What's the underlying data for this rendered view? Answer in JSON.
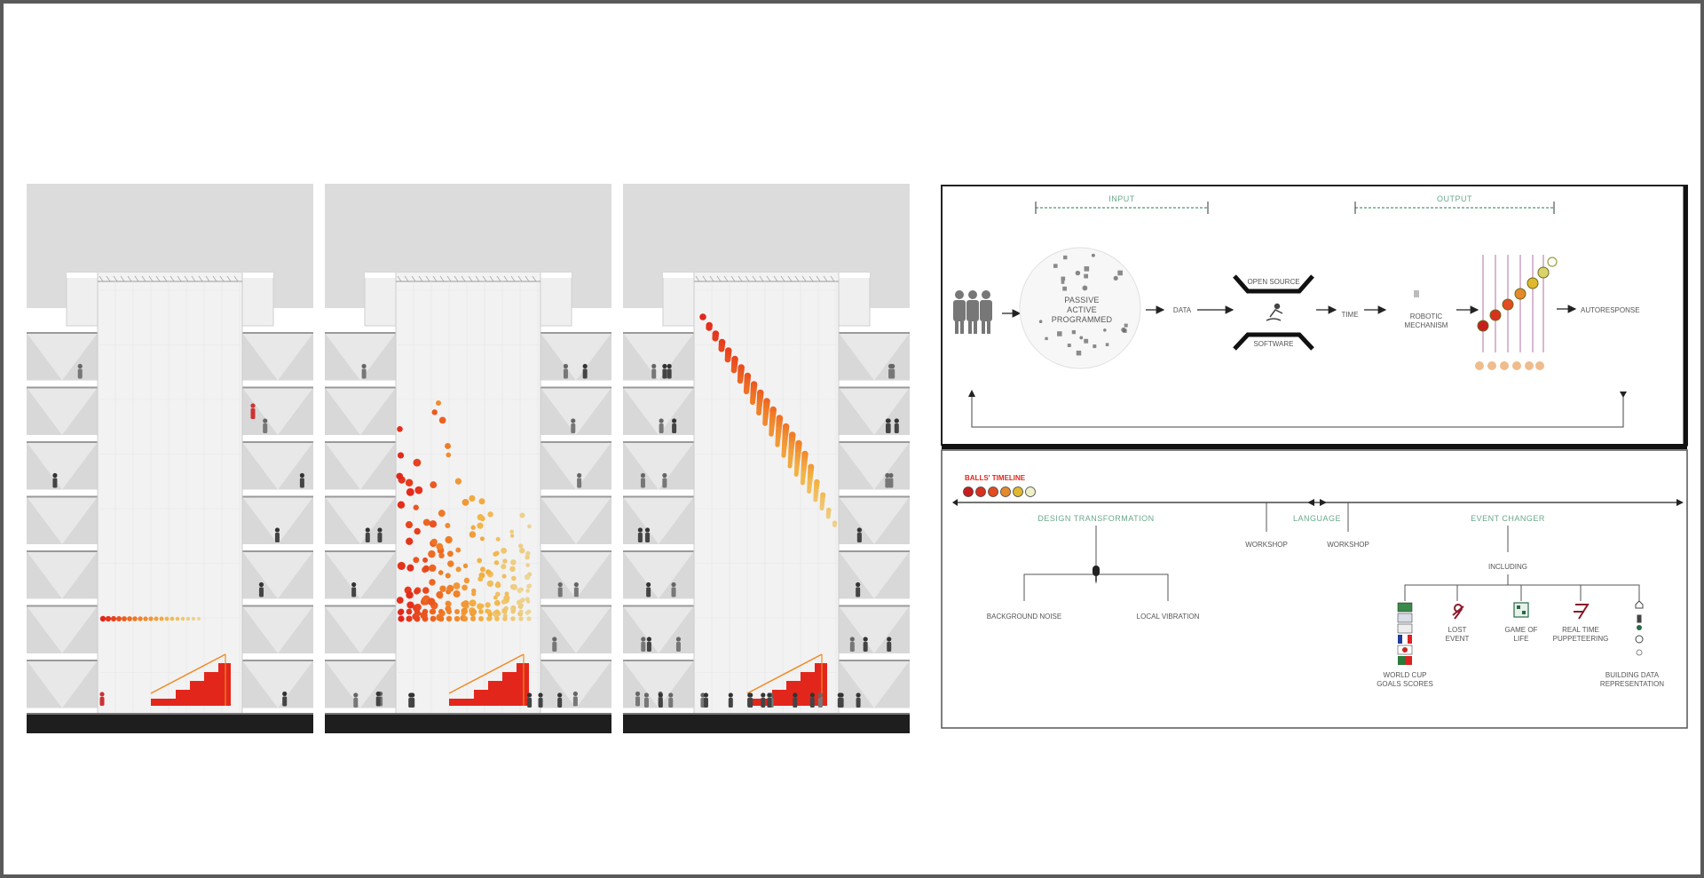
{
  "colors": {
    "frame_border": "#5a5a5a",
    "sky": "#dcdcdc",
    "building_fill": "#f2f2f2",
    "slab": "#ffffff",
    "ground": "#1e1e1e",
    "accent_red": "#e3261b",
    "accent_orange": "#f08a24",
    "accent_yellow": "#f2c04a",
    "diagram_green": "#6aa88a",
    "diagram_line": "#222222"
  },
  "panels": [
    {
      "id": "panel-1",
      "state": "dots-in-row"
    },
    {
      "id": "panel-2",
      "state": "dots-scattered"
    },
    {
      "id": "panel-3",
      "state": "dots-diagonal"
    }
  ],
  "diagram": {
    "top": {
      "input_label": "INPUT",
      "output_label": "OUTPUT",
      "center_circle_text": [
        "PASSIVE",
        "ACTIVE",
        "PROGRAMMED"
      ],
      "data_label": "DATA",
      "open_source_label": "OPEN SOURCE",
      "software_label": "SOFTWARE",
      "time_label": "TIME",
      "robotic_label": [
        "ROBOTIC",
        "MECHANISM"
      ],
      "auto_response_label": "AUTORESPONSE"
    },
    "bottom": {
      "timeline_label": "BALLS' TIMELINE",
      "group_left_label": "DESIGN TRANSFORMATION",
      "group_mid_label": "LANGUAGE",
      "group_right_label": "EVENT CHANGER",
      "workshop_1": "WORKSHOP",
      "workshop_2": "WORKSHOP",
      "background_noise": "BACKGROUND NOISE",
      "local_vibration": "LOCAL VIBRATION",
      "including": "INCLUDING",
      "lost_event": [
        "LOST",
        "EVENT"
      ],
      "game_of_life": [
        "GAME OF",
        "LIFE"
      ],
      "real_time_puppeteering": [
        "REAL TIME",
        "PUPPETEERING"
      ],
      "world_cup": [
        "WORLD CUP",
        "GOALS SCORES"
      ],
      "building_data": [
        "BUILDING DATA",
        "REPRESENTATION"
      ]
    }
  }
}
